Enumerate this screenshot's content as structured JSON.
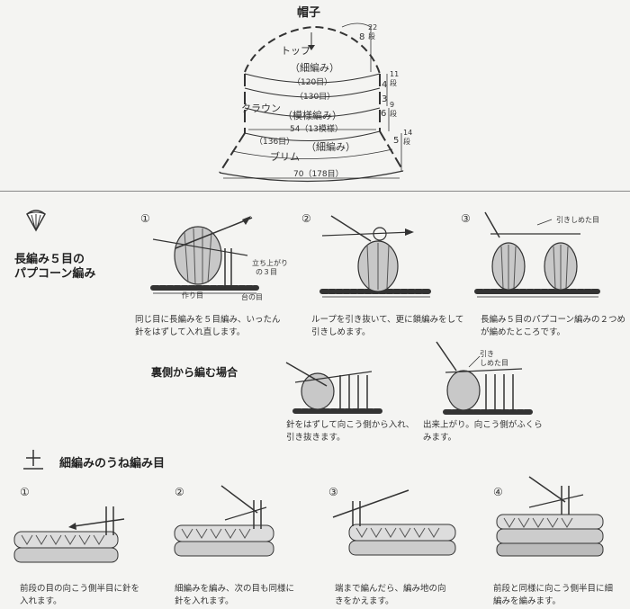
{
  "hat": {
    "title": "帽子",
    "top_label": "トップ",
    "top_stitch": "（細編み）",
    "top_count": "（120目）",
    "row_8": "8",
    "row_8_dan": "22段",
    "row_4": "4",
    "row_4_dan": "11段",
    "row_3": "3",
    "crown_label": "（130目）",
    "crown": "クラウン",
    "crown_stitch": "（模様編み）",
    "row_6": "6",
    "row_6_dan": "9段",
    "crown_width": "54（13模様）",
    "brim_count": "（136目）",
    "row_5": "5",
    "row_5_dan": "14段",
    "brim_stitch": "（細編み）",
    "brim": "ブリム",
    "bottom_width": "70（178目）"
  },
  "popcorn": {
    "title_line1": "長編み５目の",
    "title_line2": "パプコーン編み",
    "step1": "①",
    "step2": "②",
    "step3": "③",
    "label_rise": "立ち上がり",
    "label_rise2": "の３目",
    "label_base": "作り目",
    "label_dai": "台の目",
    "label_tighten": "引きしめた目",
    "caption1": "同じ目に長編みを５目編み、いったん針をはずして入れ直します。",
    "caption2": "ループを引き抜いて、更に鎖編みをして引きしめます。",
    "caption3": "長編み５目のパプコーン編みの２つめが編めたところです。"
  },
  "reverse": {
    "title": "裏側から編む場合",
    "label_tighten1": "引き",
    "label_tighten2": "しめた目",
    "caption1": "針をはずして向こう側から入れ、引き抜きます。",
    "caption2": "出来上がり。向こう側がふくらみます。"
  },
  "une": {
    "title": "細編みのうね編み目",
    "step1": "①",
    "step2": "②",
    "step3": "③",
    "step4": "④",
    "caption1": "前段の目の向こう側半目に針を入れます。",
    "caption2": "細編みを編み、次の目も同様に針を入れます。",
    "caption3": "端まで編んだら、編み地の向きをかえます。",
    "caption4": "前段と同様に向こう側半目に細編みを編みます。"
  }
}
